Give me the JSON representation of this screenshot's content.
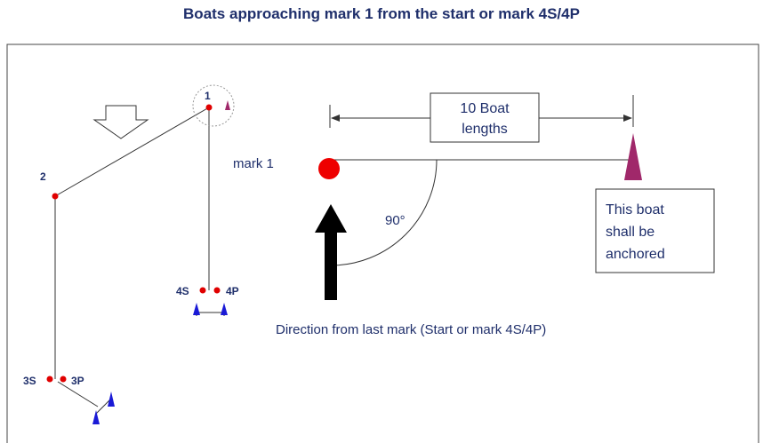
{
  "title": "Boats approaching mark 1 from the start or mark 4S/4P",
  "course": {
    "mark_1": "1",
    "mark_2": "2",
    "mark_3s": "3S",
    "mark_3p": "3P",
    "mark_4s": "4S",
    "mark_4p": "4P"
  },
  "detail": {
    "mark_label": "mark 1",
    "distance_line1": "10 Boat",
    "distance_line2": "lengths",
    "angle": "90°",
    "anchor_line1": "This boat",
    "anchor_line2": "shall be",
    "anchor_line3": "anchored",
    "direction_caption": "Direction from last mark (Start or mark 4S/4P)"
  },
  "colors": {
    "title": "#1f2f6b",
    "mark": "#e00000",
    "committee_boat": "#a0286a",
    "start_boat": "#1a1ad6"
  }
}
